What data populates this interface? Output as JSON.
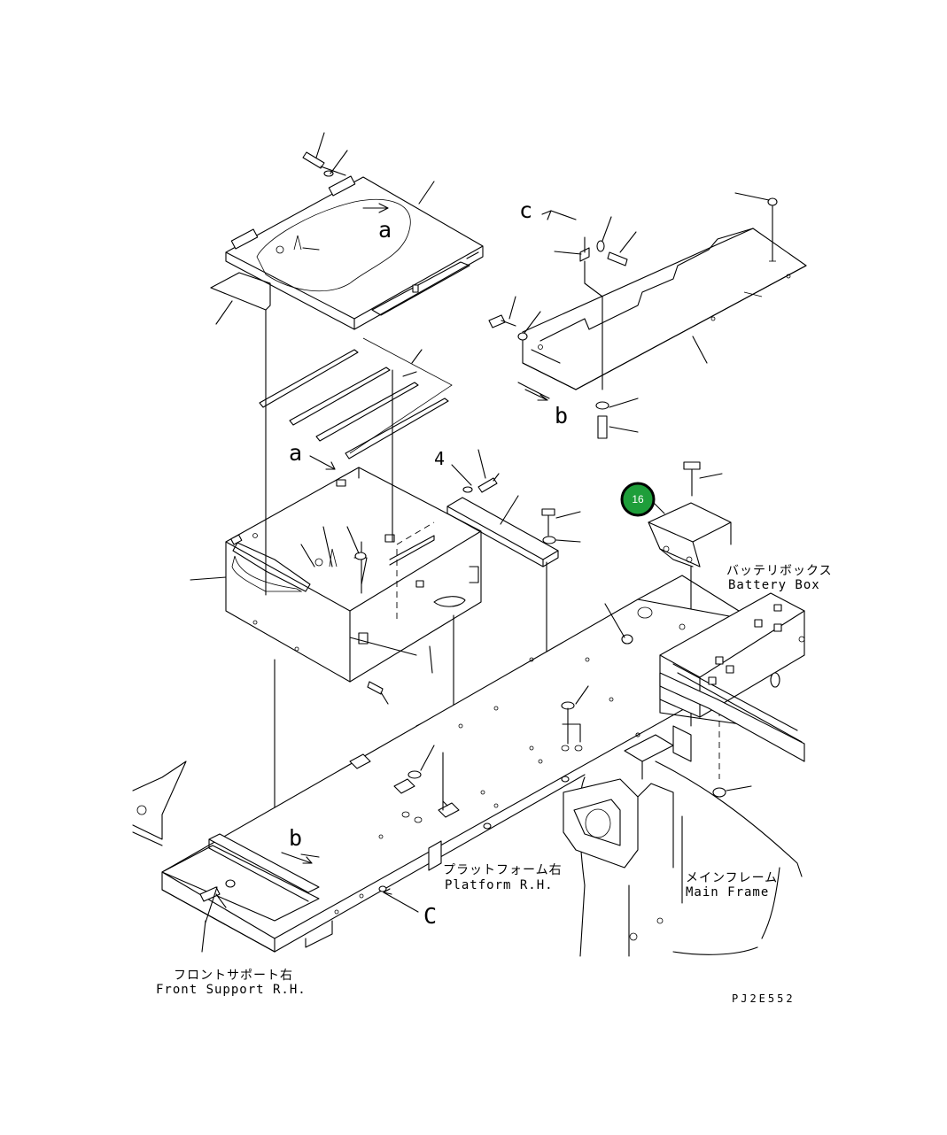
{
  "diagram": {
    "drawing_code": "PJ2E552",
    "labels": {
      "battery_box_jp": "バッテリボックス",
      "battery_box_en": "Battery Box",
      "platform_jp": "プラットフォーム右",
      "platform_en": "Platform R.H.",
      "main_frame_jp": "メインフレーム",
      "main_frame_en": "Main Frame",
      "front_support_jp": "フロントサポート右",
      "front_support_en": "Front Support R.H."
    },
    "callouts": {
      "a_top": "a",
      "a_mid": "a",
      "b_right": "b",
      "b_left": "b",
      "c_top": "c",
      "c_bottom": "C",
      "num_4": "4"
    },
    "badge": {
      "number": "16",
      "color": "#1e9e3a"
    }
  }
}
